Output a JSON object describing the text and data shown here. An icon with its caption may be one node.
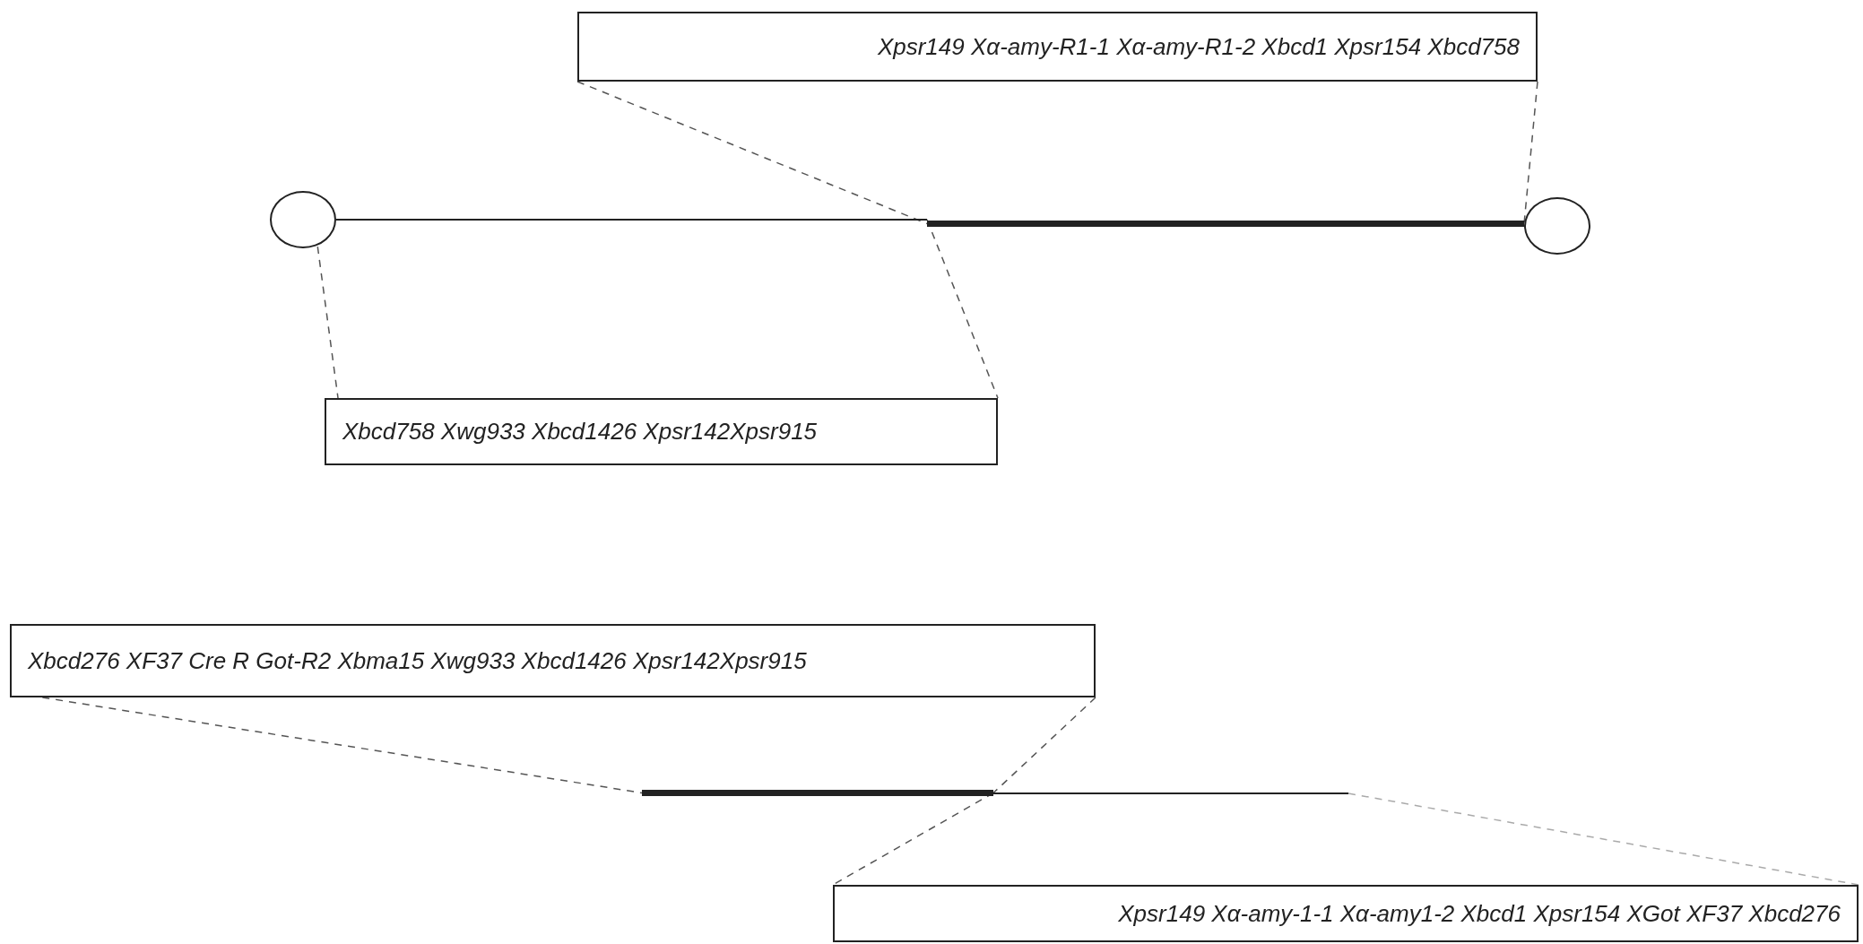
{
  "diagram": {
    "nodes": [
      {
        "text": [
          "Xpsr149  Xα-amy-R1-1  Xα-amy-R1-2  Xbcd1  Xpsr154 Xbcd758"
        ]
      },
      {
        "text": [],
        "shape": "circle"
      },
      {
        "text": [],
        "shape": "bar"
      },
      {
        "text": [],
        "shape": "bar"
      },
      {
        "text": [],
        "shape": "circle"
      },
      {
        "text": [
          "Xbcd758 Xwg933 Xbcd1426 Xpsr142Xpsr915"
        ]
      },
      {
        "text": [
          "Xbcd276 XF37 Cre R Got-R2 Xbma15 Xwg933 Xbcd1426 Xpsr142Xpsr915"
        ]
      },
      {
        "text": [],
        "shape": "bar"
      },
      {
        "text": [],
        "shape": "bar"
      },
      {
        "text": [
          "Xpsr149 Xα-amy-1-1 Xα-amy1-2  Xbcd1 Xpsr154 XGot XF37 Xbcd276"
        ]
      }
    ],
    "edges": [
      {
        "from": 0,
        "to": 3,
        "arrow": "none",
        "style": "dashed"
      },
      {
        "from": 0,
        "to": 3,
        "arrow": "none",
        "style": "dashed"
      },
      {
        "from": 1,
        "to": 5,
        "arrow": "none",
        "style": "dashed"
      },
      {
        "from": 2,
        "to": 5,
        "arrow": "none",
        "style": "dashed"
      },
      {
        "from": 6,
        "to": 7,
        "arrow": "none",
        "style": "dashed"
      },
      {
        "from": 6,
        "to": 7,
        "arrow": "none",
        "style": "dashed"
      },
      {
        "from": 7,
        "to": 9,
        "arrow": "none",
        "style": "dashed"
      },
      {
        "from": 8,
        "to": 9,
        "arrow": "none",
        "style": "dashed",
        "color": "#aaaaaa"
      }
    ]
  }
}
